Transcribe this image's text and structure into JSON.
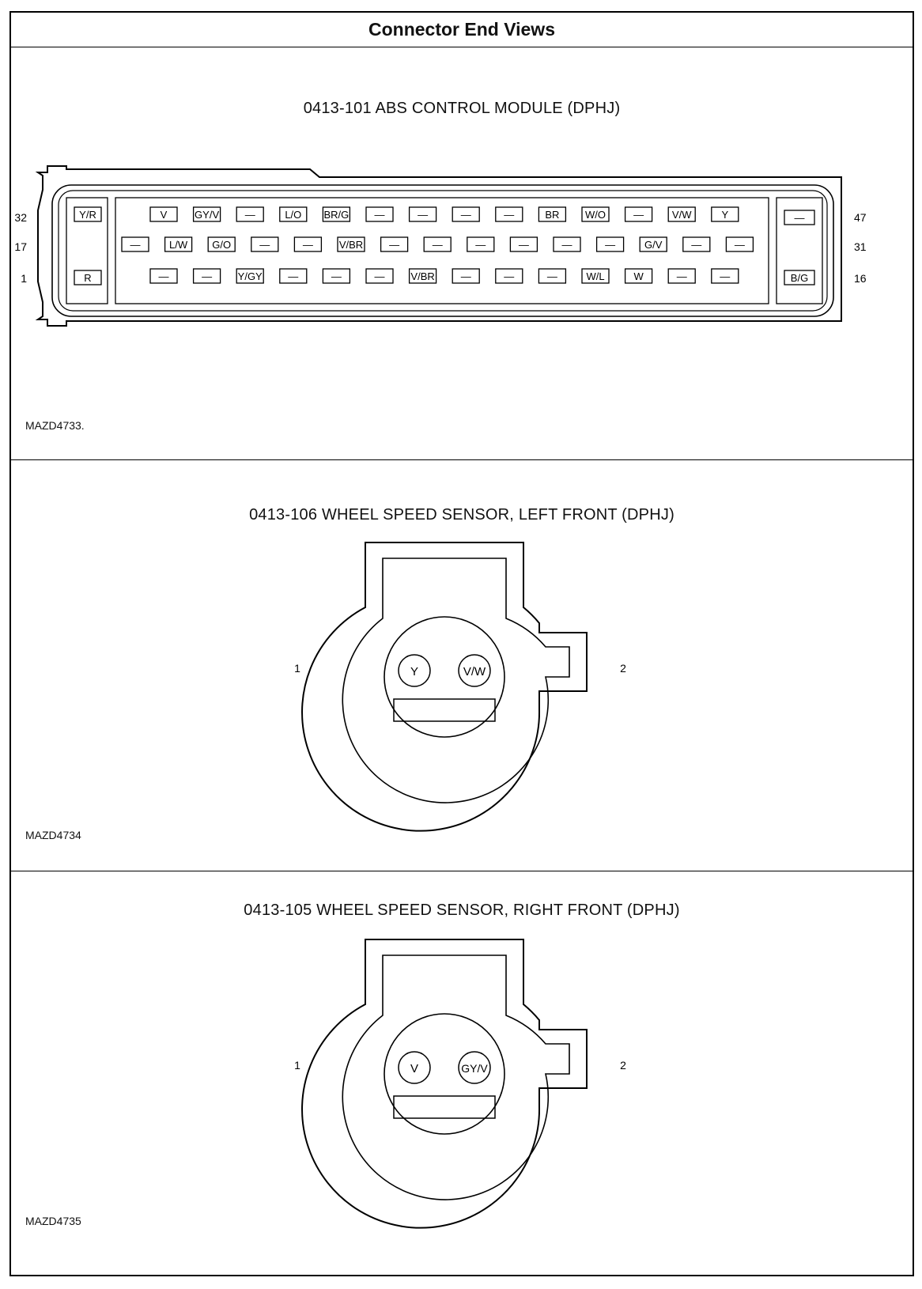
{
  "header": {
    "title": "Connector End Views"
  },
  "abs": {
    "title": "0413-101 ABS CONTROL MODULE (DPHJ)",
    "code": "MAZD4733.",
    "pin_labels": {
      "left_top": "32",
      "left_mid": "17",
      "left_bot": "1",
      "right_top": "47",
      "right_mid": "31",
      "right_bot": "16"
    },
    "left_block": [
      "Y/R",
      "R"
    ],
    "right_block": [
      "—",
      "B/G"
    ],
    "row_top": [
      "V",
      "GY/V",
      "—",
      "L/O",
      "BR/G",
      "—",
      "—",
      "—",
      "—",
      "BR",
      "W/O",
      "—",
      "V/W",
      "Y"
    ],
    "row_mid": [
      "—",
      "L/W",
      "G/O",
      "—",
      "—",
      "V/BR",
      "—",
      "—",
      "—",
      "—",
      "—",
      "—",
      "G/V",
      "—",
      "—"
    ],
    "row_bot": [
      "—",
      "—",
      "Y/GY",
      "—",
      "—",
      "—",
      "V/BR",
      "—",
      "—",
      "—",
      "W/L",
      "W",
      "—",
      "—"
    ]
  },
  "lf": {
    "title": "0413-106 WHEEL SPEED SENSOR, LEFT FRONT (DPHJ)",
    "code": "MAZD4734",
    "pin1": "1",
    "pin2": "2",
    "wire1": "Y",
    "wire2": "V/W"
  },
  "rf": {
    "title": "0413-105 WHEEL SPEED SENSOR, RIGHT FRONT (DPHJ)",
    "code": "MAZD4735",
    "pin1": "1",
    "pin2": "2",
    "wire1": "V",
    "wire2": "GY/V"
  }
}
